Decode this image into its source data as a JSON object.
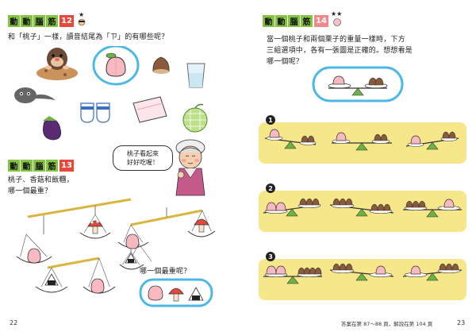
{
  "left_page": {
    "puzzle12": {
      "header": [
        "動",
        "動",
        "腦",
        "筋"
      ],
      "number": "12",
      "question": "和「桃子」一樣，讀音結尾為「ㄗ」的有哪些呢？"
    },
    "puzzle13": {
      "header": [
        "動",
        "動",
        "腦",
        "筋"
      ],
      "number": "13",
      "question_line1": "桃子、香菇和飯糰，",
      "question_line2": "哪一個最重？",
      "bubble_line1": "桃子看起來",
      "bubble_line2": "好好吃喔！",
      "answer_prompt": "哪一個最重呢？"
    },
    "page_number": "22"
  },
  "right_page": {
    "puzzle14": {
      "header": [
        "動",
        "動",
        "腦",
        "筋"
      ],
      "number": "14",
      "question_line1": "當一個桃子和兩個栗子的重量一樣時，下方",
      "question_line2": "三組選項中，各有一張圖是正確的。想想看是",
      "question_line3": "哪一個呢？",
      "options": [
        "1",
        "2",
        "3"
      ]
    },
    "footer_text": "答案在第 87～88 頁，解說在第 104 頁",
    "page_number": "23"
  },
  "colors": {
    "header_green": "#84c441",
    "number_red": "#e8473c",
    "number_pink": "#f08a8a",
    "highlight_blue": "#4db8e8",
    "panel_yellow": "#f6e88a",
    "peach_pink": "#f9b9c0",
    "chestnut_brown": "#8a5a3a",
    "mushroom_red": "#e34a3b",
    "onigiri_black": "#222222",
    "pivot_green": "#6cb344"
  },
  "icons": [
    "star-icon",
    "sunglasses-icon",
    "peach-icon",
    "chestnut-icon",
    "onigiri-icon",
    "mushroom-icon",
    "mole-icon",
    "tadpole-icon",
    "eggplant-icon",
    "shoes-icon",
    "eraser-icon",
    "melon-icon",
    "glass-icon",
    "grandma-icon"
  ]
}
